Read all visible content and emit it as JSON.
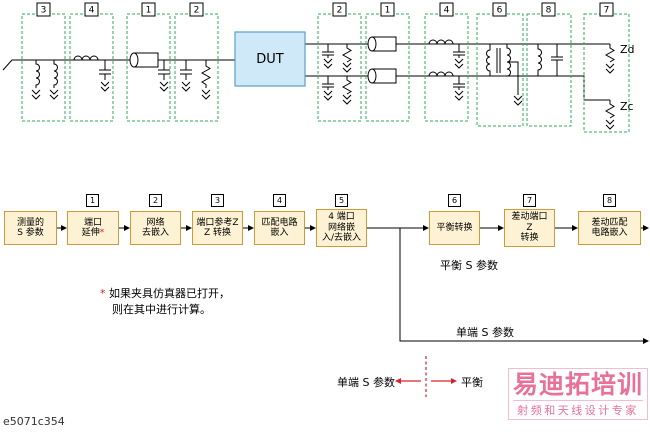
{
  "figure_code": "e5071c354",
  "circuit": {
    "dut": "DUT",
    "left_box_numbers": [
      "3",
      "4",
      "1",
      "2"
    ],
    "right_box_numbers": [
      "2",
      "1",
      "4",
      "6",
      "8",
      "7"
    ],
    "zd": "Zd",
    "zc": "Zc"
  },
  "flow": {
    "boxes": [
      {
        "num": "",
        "label": "测量的\nS 参数"
      },
      {
        "num": "1",
        "label": "端口\n延伸",
        "suffix": "*"
      },
      {
        "num": "2",
        "label": "网络\n去嵌入"
      },
      {
        "num": "3",
        "label": "端口参考Z\nZ 转换"
      },
      {
        "num": "4",
        "label": "匹配电路\n嵌入"
      },
      {
        "num": "5",
        "label": "4 端口\n网络嵌\n入/去嵌入"
      },
      {
        "num": "6",
        "label": "平衡转换"
      },
      {
        "num": "7",
        "label": "差动端口\nZ\n转换"
      },
      {
        "num": "8",
        "label": "差动匹配\n电路嵌入"
      }
    ],
    "balanced_sparam_label": "平衡 S 参数",
    "single_ended_sparam_label": "单端 S 参数",
    "note_marker": "*",
    "note_line1": " 如果夹具仿真器已打开，",
    "note_line2": "则在其中进行计算。",
    "legend_left": "单端 S 参数",
    "legend_right": "平衡"
  },
  "watermark": {
    "title": "易迪拓培训",
    "subtitle": "射频和天线设计专家"
  },
  "colors": {
    "accent_red": "#d9232e",
    "flow_box_fill": "#fdf2d4",
    "flow_box_border": "#cf9a3a",
    "dashed_green": "#2fae54",
    "dut_fill": "#cfe9f8",
    "watermark_pink": "#e7608c"
  }
}
